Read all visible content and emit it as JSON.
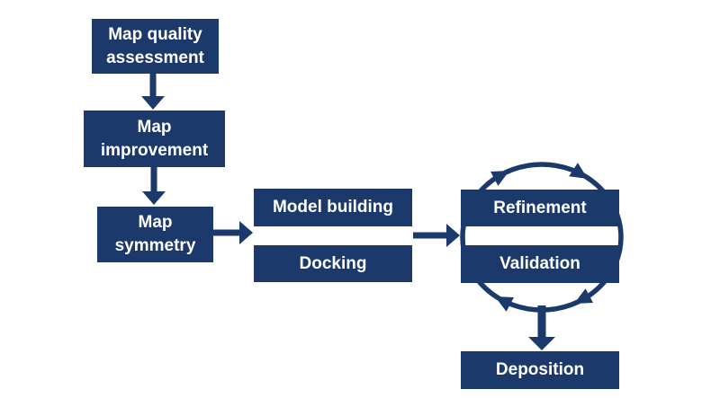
{
  "colors": {
    "node_fill": "#1b3a6b",
    "node_text": "#ffffff",
    "arrow": "#1b3a6b",
    "background": "#ffffff"
  },
  "nodes": {
    "map_quality": {
      "label": "Map quality\nassessment"
    },
    "map_improvement": {
      "label": "Map\nimprovement"
    },
    "map_symmetry": {
      "label": "Map\nsymmetry"
    },
    "model_building": {
      "label": "Model building"
    },
    "docking": {
      "label": "Docking"
    },
    "refinement": {
      "label": "Refinement"
    },
    "validation": {
      "label": "Validation"
    },
    "deposition": {
      "label": "Deposition"
    }
  },
  "edges": [
    {
      "from": "map_quality",
      "to": "map_improvement",
      "style": "straight-arrow-down"
    },
    {
      "from": "map_improvement",
      "to": "map_symmetry",
      "style": "straight-arrow-down"
    },
    {
      "from": "map_symmetry",
      "to": "model_building_docking_pair",
      "style": "straight-arrow-right"
    },
    {
      "from": "model_building_docking_pair",
      "to": "refinement_validation_pair",
      "style": "straight-arrow-right"
    },
    {
      "from": "refinement_validation_cycle",
      "to": "deposition",
      "style": "straight-arrow-down"
    }
  ],
  "cycle": {
    "between": [
      "refinement",
      "validation"
    ],
    "shape": "clockwise-ellipse",
    "arrowhead_count": 4
  }
}
